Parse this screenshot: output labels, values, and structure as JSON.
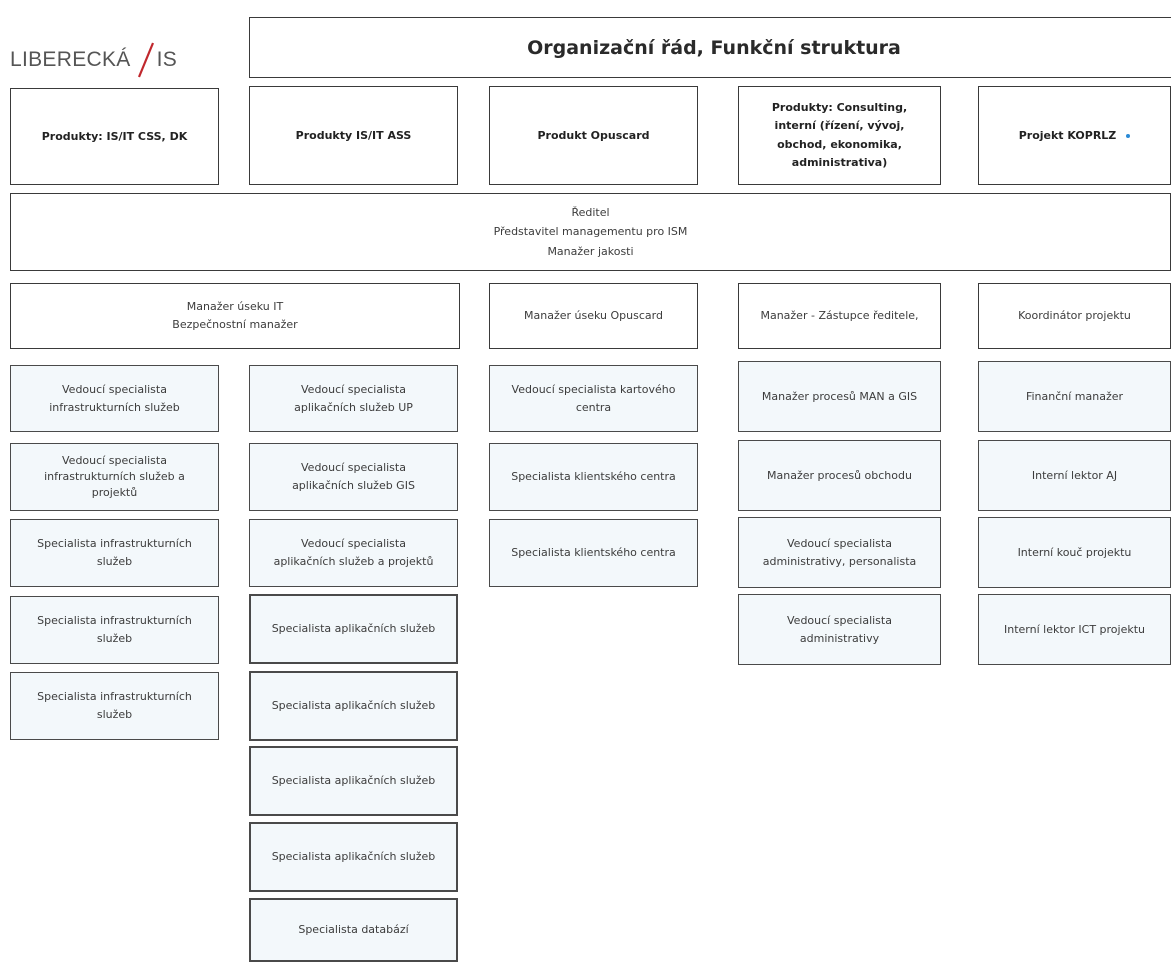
{
  "logo": {
    "text_left": "LIBERECKÁ",
    "text_right": "IS",
    "accent_color": "#c0272d"
  },
  "title": "Organizační řád, Funkční struktura",
  "products": [
    "Produkty: IS/IT CSS, DK",
    "Produkty IS/IT ASS",
    "Produkt Opuscard",
    [
      "Produkty: Consulting,",
      "interní (řízení, vývoj,",
      "obchod, ekonomika,",
      "administrativa)"
    ],
    "Projekt KOPRLZ"
  ],
  "director": [
    "Ředitel",
    "Představitel managementu pro ISM",
    "Manažer jakosti"
  ],
  "managers": {
    "it": [
      "Manažer úseku IT",
      "Bezpečnostní manažer"
    ],
    "opuscard": "Manažer úseku Opuscard",
    "deputy": "Manažer - Zástupce ředitele,",
    "project": "Koordinátor projektu"
  },
  "columns": {
    "infra": [
      [
        "Vedoucí specialista",
        "infrastrukturních služeb"
      ],
      [
        "Vedoucí specialista",
        "infrastrukturních služeb a",
        "projektů"
      ],
      [
        "Specialista infrastrukturních",
        "služeb"
      ],
      [
        "Specialista infrastrukturních",
        "služeb"
      ],
      [
        "Specialista infrastrukturních",
        "služeb"
      ]
    ],
    "app": [
      [
        "Vedoucí specialista",
        "aplikačních služeb UP"
      ],
      [
        "Vedoucí specialista",
        "aplikačních služeb GIS"
      ],
      [
        "Vedoucí specialista",
        "aplikačních služeb a projektů"
      ],
      [
        "Specialista aplikačních služeb"
      ],
      [
        "Specialista aplikačních služeb"
      ],
      [
        "Specialista aplikačních služeb"
      ],
      [
        "Specialista aplikačních služeb"
      ],
      [
        "Specialista databází"
      ]
    ],
    "opuscard": [
      [
        "Vedoucí specialista kartového",
        "centra"
      ],
      [
        "Specialista klientského centra"
      ],
      [
        "Specialista klientského centra"
      ]
    ],
    "deputy": [
      [
        "Manažer procesů MAN a GIS"
      ],
      [
        "Manažer procesů obchodu"
      ],
      [
        "Vedoucí specialista",
        "administrativy, personalista"
      ],
      [
        "Vedoucí specialista",
        "administrativy"
      ]
    ],
    "project": [
      [
        "Finanční manažer"
      ],
      [
        "Interní lektor AJ"
      ],
      [
        "Interní kouč projektu"
      ],
      [
        "Interní lektor ICT projektu"
      ]
    ]
  }
}
